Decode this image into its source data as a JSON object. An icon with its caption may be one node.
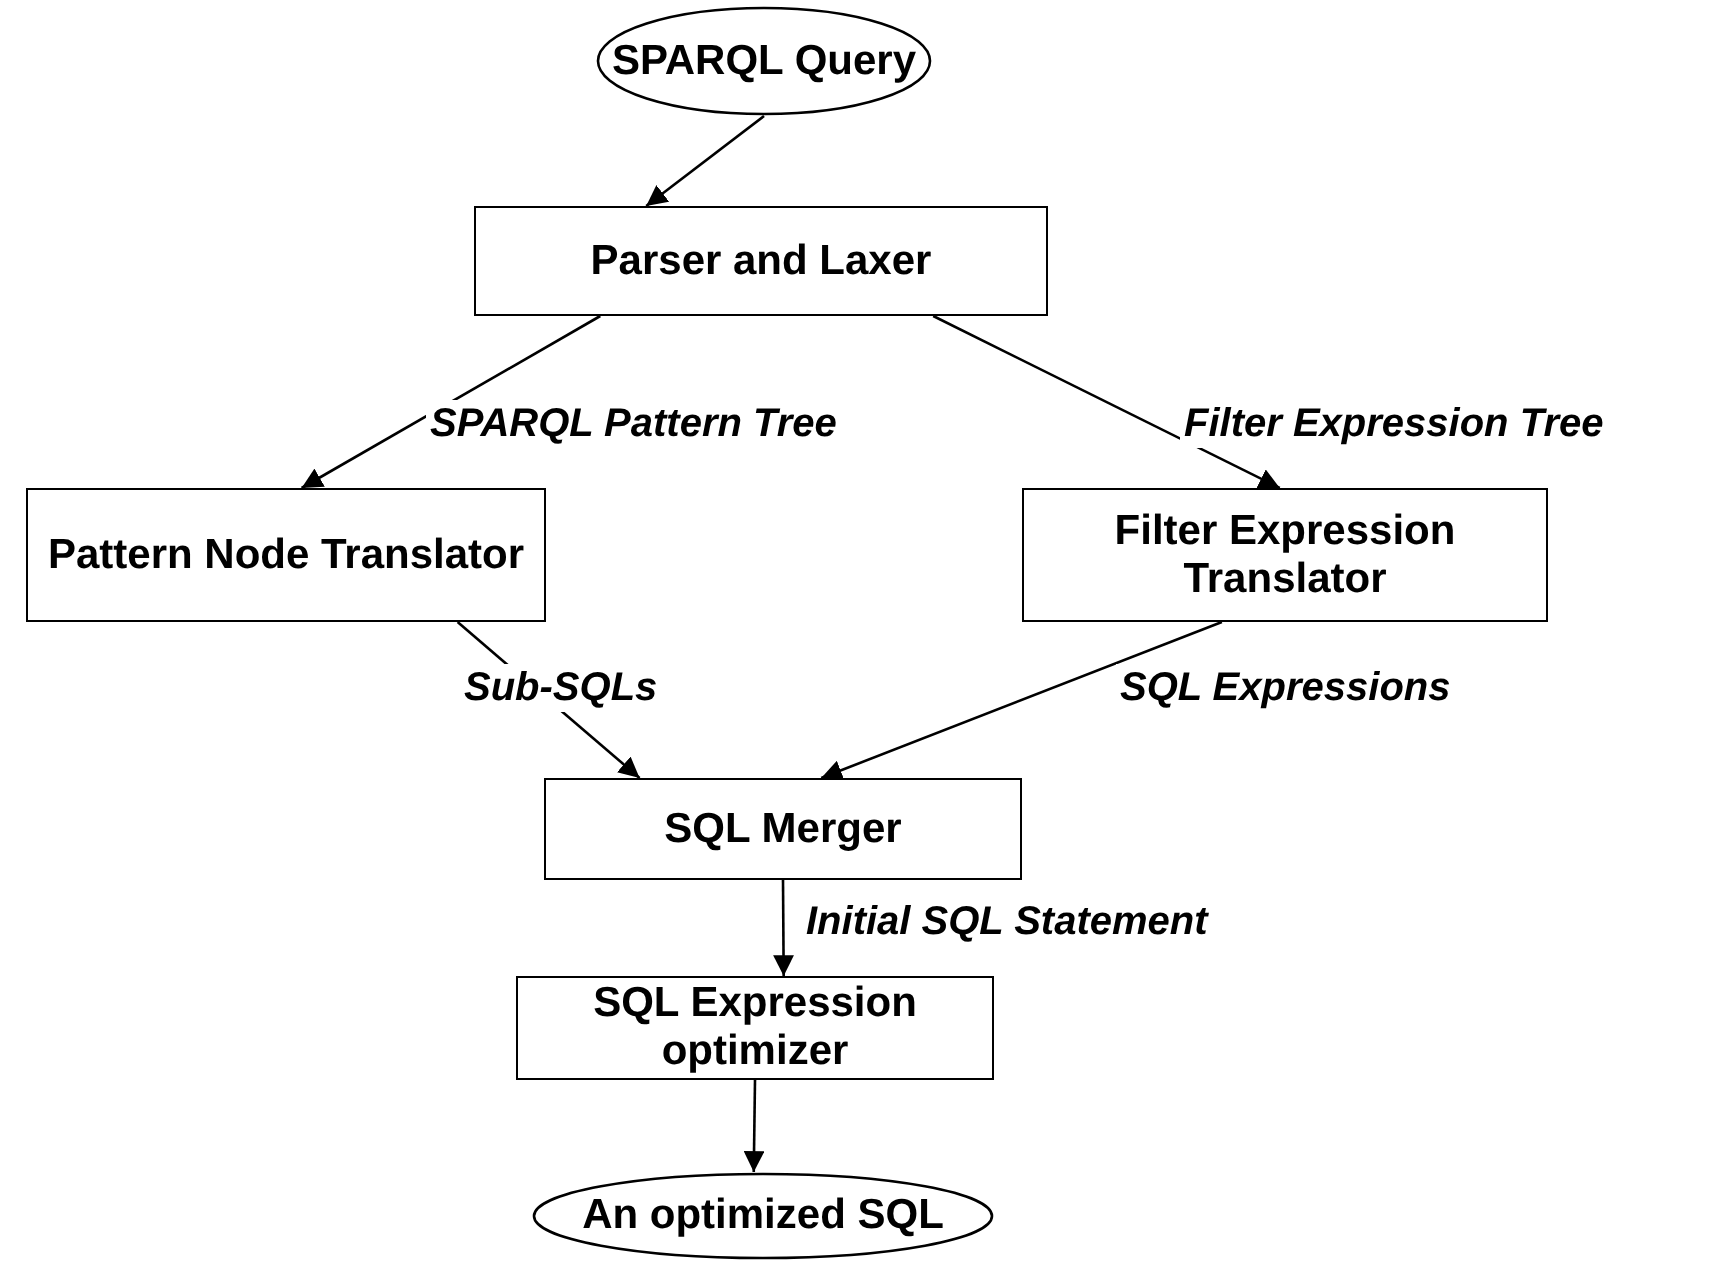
{
  "diagram": {
    "nodes": [
      {
        "text": [
          "SPARQL Query"
        ]
      },
      {
        "text": [
          "Parser and Laxer"
        ]
      },
      {
        "text": [
          "Pattern Node Translator"
        ]
      },
      {
        "text": [
          "Filter Expression Translator"
        ]
      },
      {
        "text": [
          "SQL Merger"
        ]
      },
      {
        "text": [
          "SQL Expression optimizer"
        ]
      },
      {
        "text": [
          "An optimized SQL"
        ]
      }
    ],
    "edges": [
      {
        "from": 0,
        "to": 1,
        "arrow": "to"
      },
      {
        "from": 1,
        "to": 2,
        "arrow": "to",
        "label": "SPARQL Pattern Tree"
      },
      {
        "from": 1,
        "to": 3,
        "arrow": "to",
        "label": "Filter Expression Tree"
      },
      {
        "from": 2,
        "to": 4,
        "arrow": "to",
        "label": "Sub-SQLs"
      },
      {
        "from": 3,
        "to": 4,
        "arrow": "to",
        "label": "SQL Expressions"
      },
      {
        "from": 4,
        "to": 5,
        "arrow": "to",
        "label": "Initial SQL Statement"
      },
      {
        "from": 5,
        "to": 6,
        "arrow": "to"
      }
    ]
  }
}
